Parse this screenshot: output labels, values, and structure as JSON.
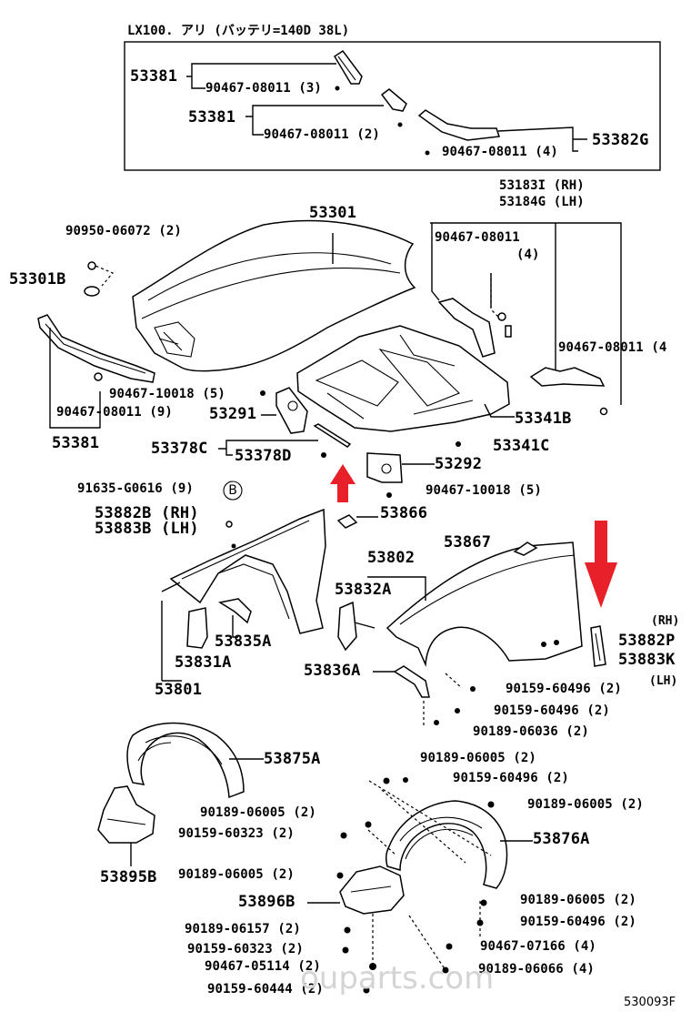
{
  "header_note": "LX100. アリ (バッテリ=140D 38L)",
  "drawing_code": "530093F",
  "watermark": "ouparts.com",
  "colors": {
    "arrow": "#e8202a",
    "line": "#000000",
    "watermark": "#d4d4d4"
  },
  "circle_marker": "B",
  "labels": {
    "l53381a": "53381",
    "l90467_08011_3": "90467-08011 (3)",
    "l53381b": "53381",
    "l90467_08011_2": "90467-08011 (2)",
    "l90467_08011_4a": "90467-08011 (4)",
    "l53382g": "53382G",
    "l53183i": "53183I (RH)",
    "l53184g": "53184G (LH)",
    "l53301": "53301",
    "l90950": "90950-06072 (2)",
    "l53301b": "53301B",
    "l90467_08011_b": "90467-08011",
    "l_qty4": "(4)",
    "l90467_08011_4c": "90467-08011 (4",
    "l90467_10018_5a": "90467-10018 (5)",
    "l53291": "53291",
    "l90467_08011_9": "90467-08011 (9)",
    "l53341b": "53341B",
    "l53381c": "53381",
    "l53378c": "53378C",
    "l53378d": "53378D",
    "l53341c": "53341C",
    "l53292": "53292",
    "l91635": "91635-G0616 (9)",
    "l90467_10018_5b": "90467-10018 (5)",
    "l53882b": "53882B (RH)",
    "l53883b": "53883B (LH)",
    "l53866": "53866",
    "l53867": "53867",
    "l53802": "53802",
    "l53832a": "53832A",
    "l_rh": "(RH)",
    "l53882p": "53882P",
    "l53883k": "53883K",
    "l_lh": "(LH)",
    "l53835a": "53835A",
    "l53831a": "53831A",
    "l53836a": "53836A",
    "l90159_60496_a": "90159-60496 (2)",
    "l53801": "53801",
    "l90159_60496_b": "90159-60496 (2)",
    "l90189_06036": "90189-06036 (2)",
    "l53875a": "53875A",
    "l90189_06005_a": "90189-06005 (2)",
    "l90159_60496_c": "90159-60496 (2)",
    "l90189_06005_b": "90189-06005 (2)",
    "l90189_06005_c": "90189-06005 (2)",
    "l90159_60323_a": "90159-60323 (2)",
    "l53876a": "53876A",
    "l53895b": "53895B",
    "l90189_06005_d": "90189-06005 (2)",
    "l90189_06005_e": "90189-06005 (2)",
    "l53896b": "53896B",
    "l90159_60496_d": "90159-60496 (2)",
    "l90189_06157": "90189-06157 (2)",
    "l90467_07166": "90467-07166 (4)",
    "l90159_60323_b": "90159-60323 (2)",
    "l90467_05114": "90467-05114 (2)",
    "l90189_06066": "90189-06066 (4)",
    "l90159_60444": "90159-60444 (2)"
  }
}
